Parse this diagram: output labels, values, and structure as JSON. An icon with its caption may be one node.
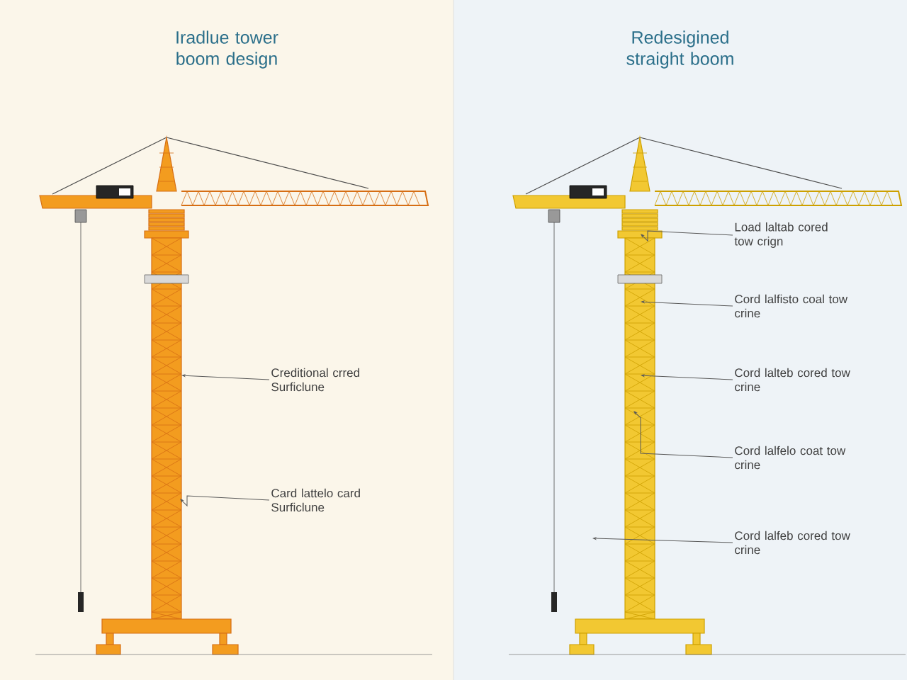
{
  "diagram": {
    "nodes": [
      {
        "text": [
          "Creditional crred Surficlune"
        ]
      },
      {
        "text": [
          "Card lattelo card Surficlune"
        ]
      },
      {
        "text": [
          "Load laltab cored tow crign"
        ]
      },
      {
        "text": [
          "Cord lalfisto coal tow crine"
        ]
      },
      {
        "text": [
          "Cord lalteb cored tow crine"
        ]
      },
      {
        "text": [
          "Cord lalfelo coat tow crine"
        ]
      },
      {
        "text": [
          "Cord lalfeb cored tow crine"
        ]
      }
    ],
    "edges": [
      {
        "from": 0,
        "to": null,
        "arrow": "to"
      },
      {
        "from": 1,
        "to": null,
        "arrow": "to"
      },
      {
        "from": 2,
        "to": null,
        "arrow": "to"
      },
      {
        "from": 3,
        "to": null,
        "arrow": "to"
      },
      {
        "from": 4,
        "to": null,
        "arrow": "to"
      },
      {
        "from": 5,
        "to": null,
        "arrow": "to"
      },
      {
        "from": 6,
        "to": null,
        "arrow": "to"
      }
    ],
    "labels": [
      "Iradlue tower boom design",
      "Redesigined straight boom"
    ]
  }
}
